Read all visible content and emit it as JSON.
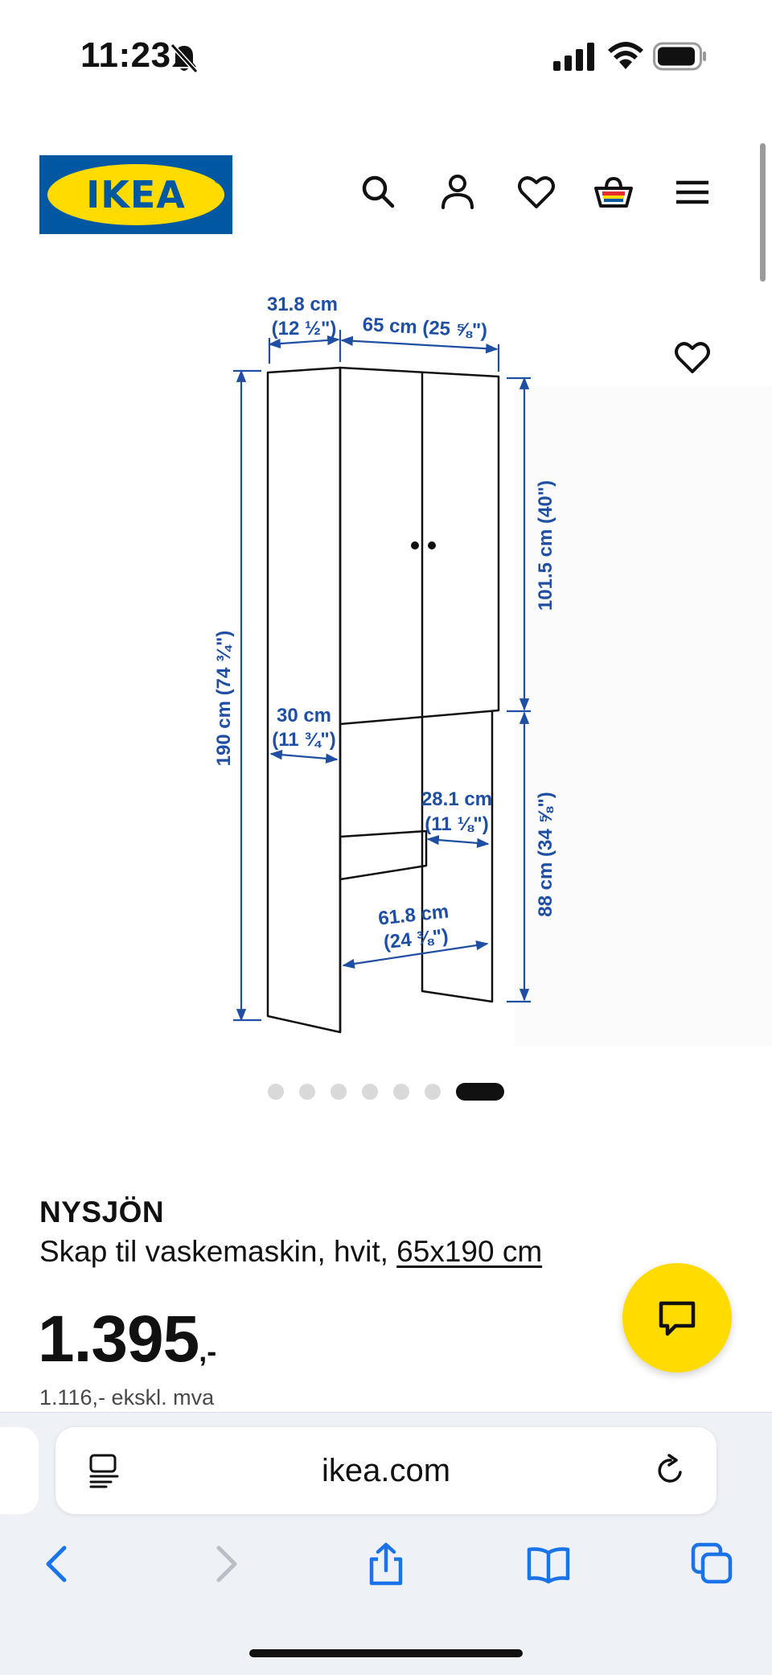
{
  "status_bar": {
    "time": "11:23"
  },
  "brand": {
    "logo_text": "IKEA",
    "registered_mark": "®",
    "colors": {
      "blue": "#0058a3",
      "yellow": "#ffdb00"
    }
  },
  "header": {
    "icons": [
      "search-icon",
      "account-icon",
      "wishlist-icon",
      "cart-icon",
      "menu-icon"
    ]
  },
  "product_image": {
    "dimensions": {
      "depth_top": "31.8 cm",
      "depth_top_in": "(12 ½\")",
      "width_top": "65 cm (25 ⅝\")",
      "height_total": "190 cm (74 ¾\")",
      "upper_height": "101.5 cm (40\")",
      "lower_height": "88 cm (34 ⅝\")",
      "inner_depth": "30 cm",
      "inner_depth_in": "(11 ¾\")",
      "inner_depth_2": "28.1 cm",
      "inner_depth_2_in": "(11 ⅛\")",
      "inner_width": "61.8 cm",
      "inner_width_in": "(24 ⅜\")"
    },
    "dimension_color": "#1f4fa3",
    "carousel": {
      "total": 7,
      "active_index": 6
    }
  },
  "product": {
    "name": "NYSJÖN",
    "description": "Skap til vaskemaskin, hvit,",
    "size": "65x190 cm",
    "price": "1.395",
    "price_suffix": ",-",
    "price_ex_vat": "1.116,- ekskl. mva"
  },
  "browser": {
    "url": "ikea.com",
    "toolbar_icons": [
      "back-icon",
      "forward-icon",
      "share-icon",
      "bookmarks-icon",
      "tabs-icon"
    ]
  }
}
